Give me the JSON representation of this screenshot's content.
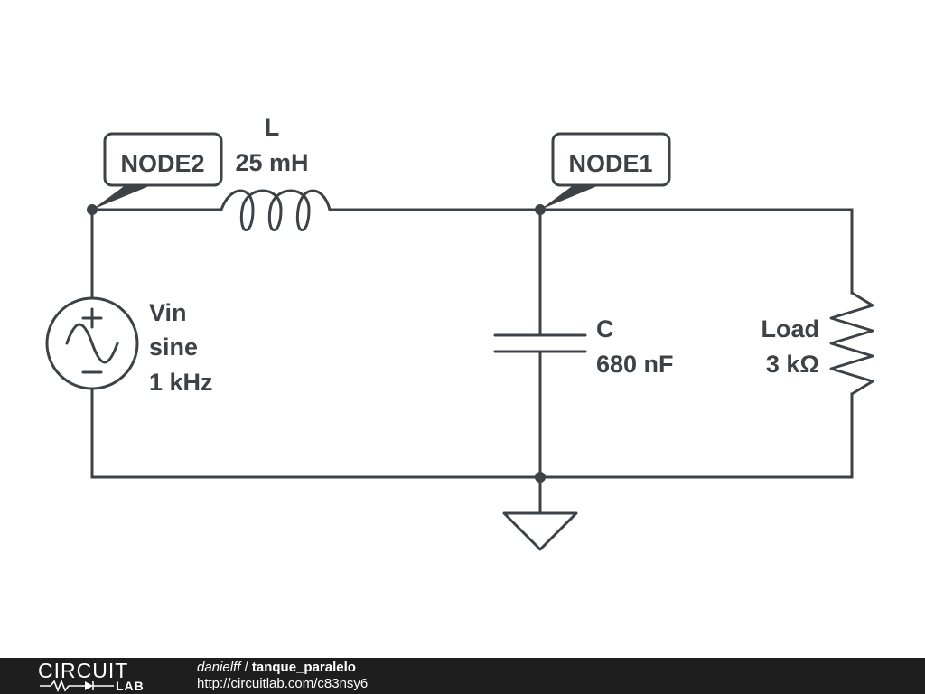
{
  "nodes": {
    "node2": "NODE2",
    "node1": "NODE1"
  },
  "components": {
    "inductor": {
      "name": "L",
      "value": "25 mH"
    },
    "source": {
      "name": "Vin",
      "type": "sine",
      "frequency": "1 kHz"
    },
    "capacitor": {
      "name": "C",
      "value": "680 nF"
    },
    "resistor": {
      "name": "Load",
      "value": "3 kΩ"
    }
  },
  "footer": {
    "logo_top": "CIRCUIT",
    "logo_bottom": "LAB",
    "author": "danielff",
    "separator": " / ",
    "title": "tanque_paralelo",
    "url": "http://circuitlab.com/c83nsy6"
  },
  "colors": {
    "ink": "#3d4247",
    "footer_bg": "#1e1e1e"
  }
}
